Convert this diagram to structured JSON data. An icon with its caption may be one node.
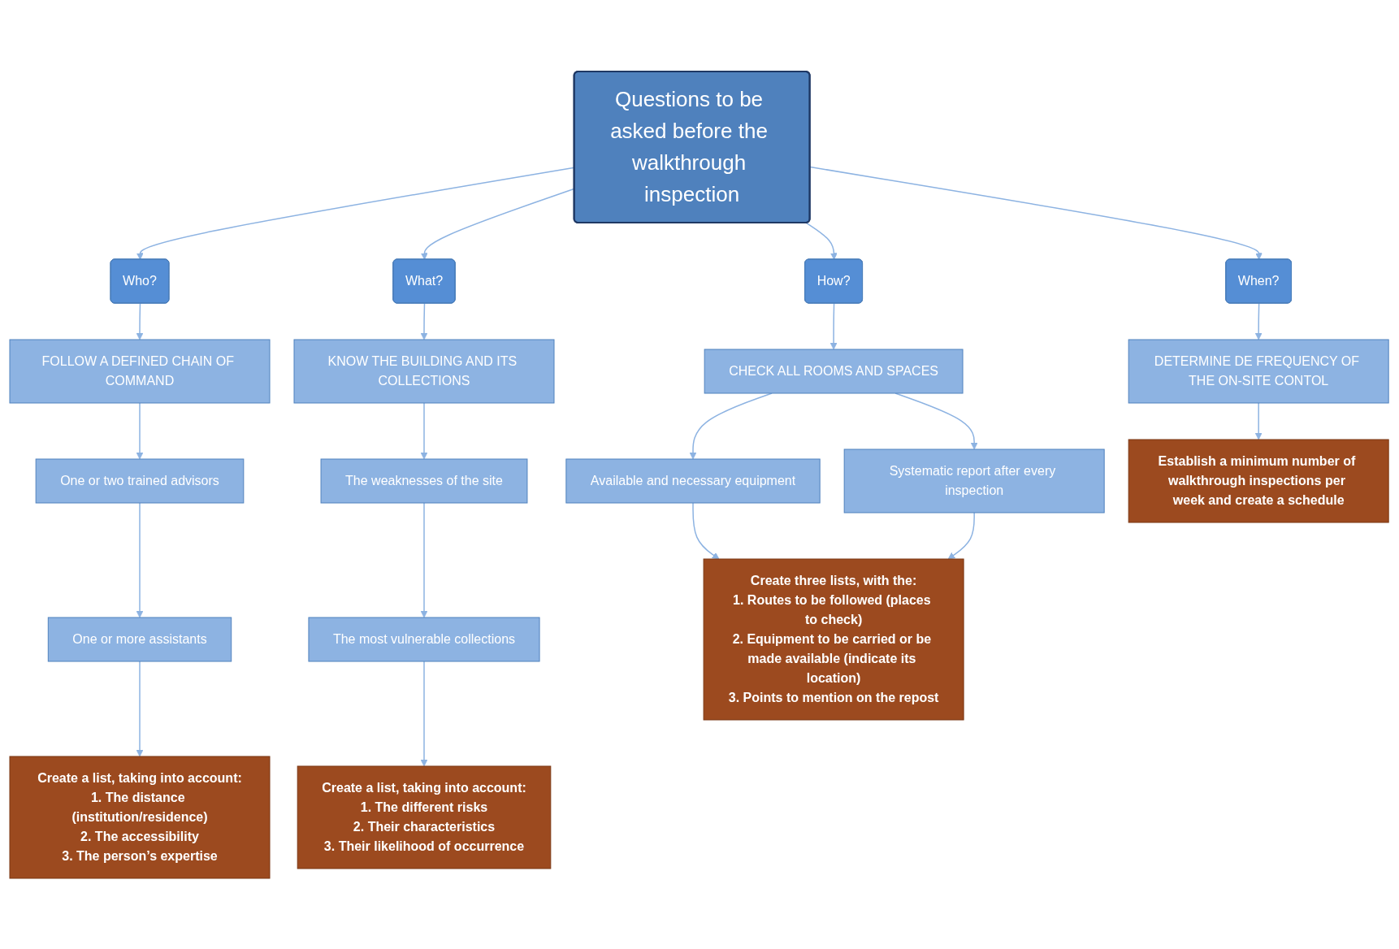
{
  "diagram": {
    "nodes": [
      {
        "text": [
          "Questions to be asked before the walkthrough inspection"
        ]
      },
      {
        "text": [
          "Who?"
        ]
      },
      {
        "text": [
          "What?"
        ]
      },
      {
        "text": [
          "When?"
        ]
      },
      {
        "text": [
          "How?"
        ]
      },
      {
        "text": [
          "FOLLOW A DEFINED CHAIN OF COMMAND"
        ]
      },
      {
        "text": [
          "KNOW THE BUILDING AND ITS COLLECTIONS"
        ]
      },
      {
        "text": [
          "DETERMINE DE FREQUENCY OF THE ON-SITE CONTOL"
        ]
      },
      {
        "text": [
          "CHECK ALL ROOMS AND SPACES"
        ]
      },
      {
        "text": [
          "One or two trained advisors"
        ]
      },
      {
        "text": [
          "The weaknesses of the site"
        ]
      },
      {
        "text": [
          "Available and necessary equipment"
        ]
      },
      {
        "text": [
          "Systematic report after every inspection"
        ]
      },
      {
        "text": [
          "One or more assistants"
        ]
      },
      {
        "text": [
          "The most vulnerable collections"
        ]
      },
      {
        "text": [
          "Create a list, taking into account:",
          "1. The distance (institution/residence)",
          "2. The accessibility",
          "3. The person’s expertise"
        ]
      },
      {
        "text": [
          "Create a list, taking into account:",
          "1. The different risks",
          "2. Their characteristics",
          "3. Their likelihood of occurrence"
        ]
      },
      {
        "text": [
          "Establish a minimum number of walkthrough inspections per week and create a schedule"
        ]
      },
      {
        "text": [
          "Create three lists, with the:",
          "1. Routes to be followed (places to check)",
          "2. Equipment to be carried or be made available (indicate its location)",
          "3. Points to mention on the repost"
        ]
      }
    ],
    "edges": [
      {
        "from": 0,
        "to": 1,
        "arrow": "to"
      },
      {
        "from": 0,
        "to": 2,
        "arrow": "to"
      },
      {
        "from": 0,
        "to": 3,
        "arrow": "to"
      },
      {
        "from": 0,
        "to": 4,
        "arrow": "to"
      },
      {
        "from": 1,
        "to": 5,
        "arrow": "to"
      },
      {
        "from": 2,
        "to": 6,
        "arrow": "to"
      },
      {
        "from": 3,
        "to": 7,
        "arrow": "to"
      },
      {
        "from": 4,
        "to": 8,
        "arrow": "to"
      },
      {
        "from": 5,
        "to": 9,
        "arrow": "to"
      },
      {
        "from": 9,
        "to": 13,
        "arrow": "to"
      },
      {
        "from": 13,
        "to": 15,
        "arrow": "to"
      },
      {
        "from": 6,
        "to": 10,
        "arrow": "to"
      },
      {
        "from": 10,
        "to": 14,
        "arrow": "to"
      },
      {
        "from": 14,
        "to": 16,
        "arrow": "to"
      },
      {
        "from": 7,
        "to": 17,
        "arrow": "to"
      },
      {
        "from": 8,
        "to": 11,
        "arrow": "to"
      },
      {
        "from": 8,
        "to": 12,
        "arrow": "to"
      },
      {
        "from": 11,
        "to": 18,
        "arrow": "to"
      },
      {
        "from": 12,
        "to": 18,
        "arrow": "to"
      }
    ]
  }
}
